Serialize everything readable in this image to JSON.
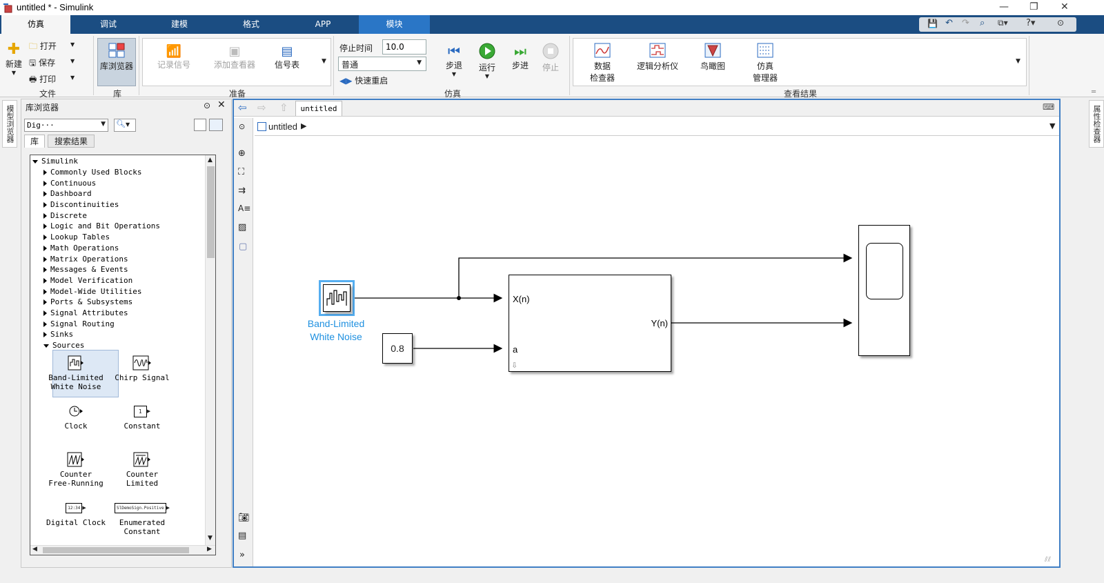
{
  "window": {
    "title": "untitled * - Simulink"
  },
  "tabs": [
    "仿真",
    "调试",
    "建模",
    "格式",
    "APP",
    "模块"
  ],
  "ribbon": {
    "file": {
      "new": "新建",
      "open": "打开",
      "save": "保存",
      "print": "打印",
      "label": "文件"
    },
    "library": {
      "browser": "库浏览器",
      "label": "库"
    },
    "prepare": {
      "record": "记录信号",
      "add_viewer": "添加查看器",
      "signal_table": "信号表",
      "label": "准备"
    },
    "simulate": {
      "stop_time_label": "停止时间",
      "stop_time_value": "10.0",
      "mode": "普通",
      "fast_restart": "快速重启",
      "step_back": "步退",
      "run": "运行",
      "step_forward": "步进",
      "stop": "停止",
      "label": "仿真"
    },
    "results": {
      "data_inspector": [
        "数据",
        "检查器"
      ],
      "logic_analyzer": "逻辑分析仪",
      "birdseye": "鸟瞰图",
      "sim_manager": [
        "仿真",
        "管理器"
      ],
      "label": "查看结果"
    }
  },
  "side_tabs": {
    "left": "模型浏览器",
    "right": "属性检查器"
  },
  "library_browser": {
    "title": "库浏览器",
    "search_value": "Dig···",
    "tabs": [
      "库",
      "搜索结果"
    ],
    "root": "Simulink",
    "items": [
      "Commonly Used Blocks",
      "Continuous",
      "Dashboard",
      "Discontinuities",
      "Discrete",
      "Logic and Bit Operations",
      "Lookup Tables",
      "Math Operations",
      "Matrix Operations",
      "Messages & Events",
      "Model Verification",
      "Model-Wide Utilities",
      "Ports & Subsystems",
      "Signal Attributes",
      "Signal Routing",
      "Sinks",
      "Sources"
    ],
    "blocks": [
      {
        "label1": "Band-Limited",
        "label2": "White Noise",
        "selected": true
      },
      {
        "label1": "Chirp Signal",
        "label2": ""
      },
      {
        "label1": "Clock",
        "label2": ""
      },
      {
        "label1": "Constant",
        "label2": "",
        "icon_text": "1"
      },
      {
        "label1": "Counter",
        "label2": "Free-Running"
      },
      {
        "label1": "Counter",
        "label2": "Limited"
      },
      {
        "label1": "Digital Clock",
        "label2": "",
        "icon_text": "12:34"
      },
      {
        "label1": "Enumerated",
        "label2": "Constant",
        "icon_text": "SlDemoSign.Positive"
      }
    ]
  },
  "editor": {
    "tab": "untitled",
    "breadcrumb": "untitled",
    "model": {
      "noise_label": [
        "Band-Limited",
        "White Noise"
      ],
      "constant_value": "0.8",
      "subsystem_in1": "X(n)",
      "subsystem_in2": "a",
      "subsystem_out": "Y(n)"
    }
  },
  "colors": {
    "tabbar": "#1b4d82",
    "module_tab": "#2a76c6",
    "selection": "#1e90e0",
    "editor_border": "#3f7ec4"
  }
}
